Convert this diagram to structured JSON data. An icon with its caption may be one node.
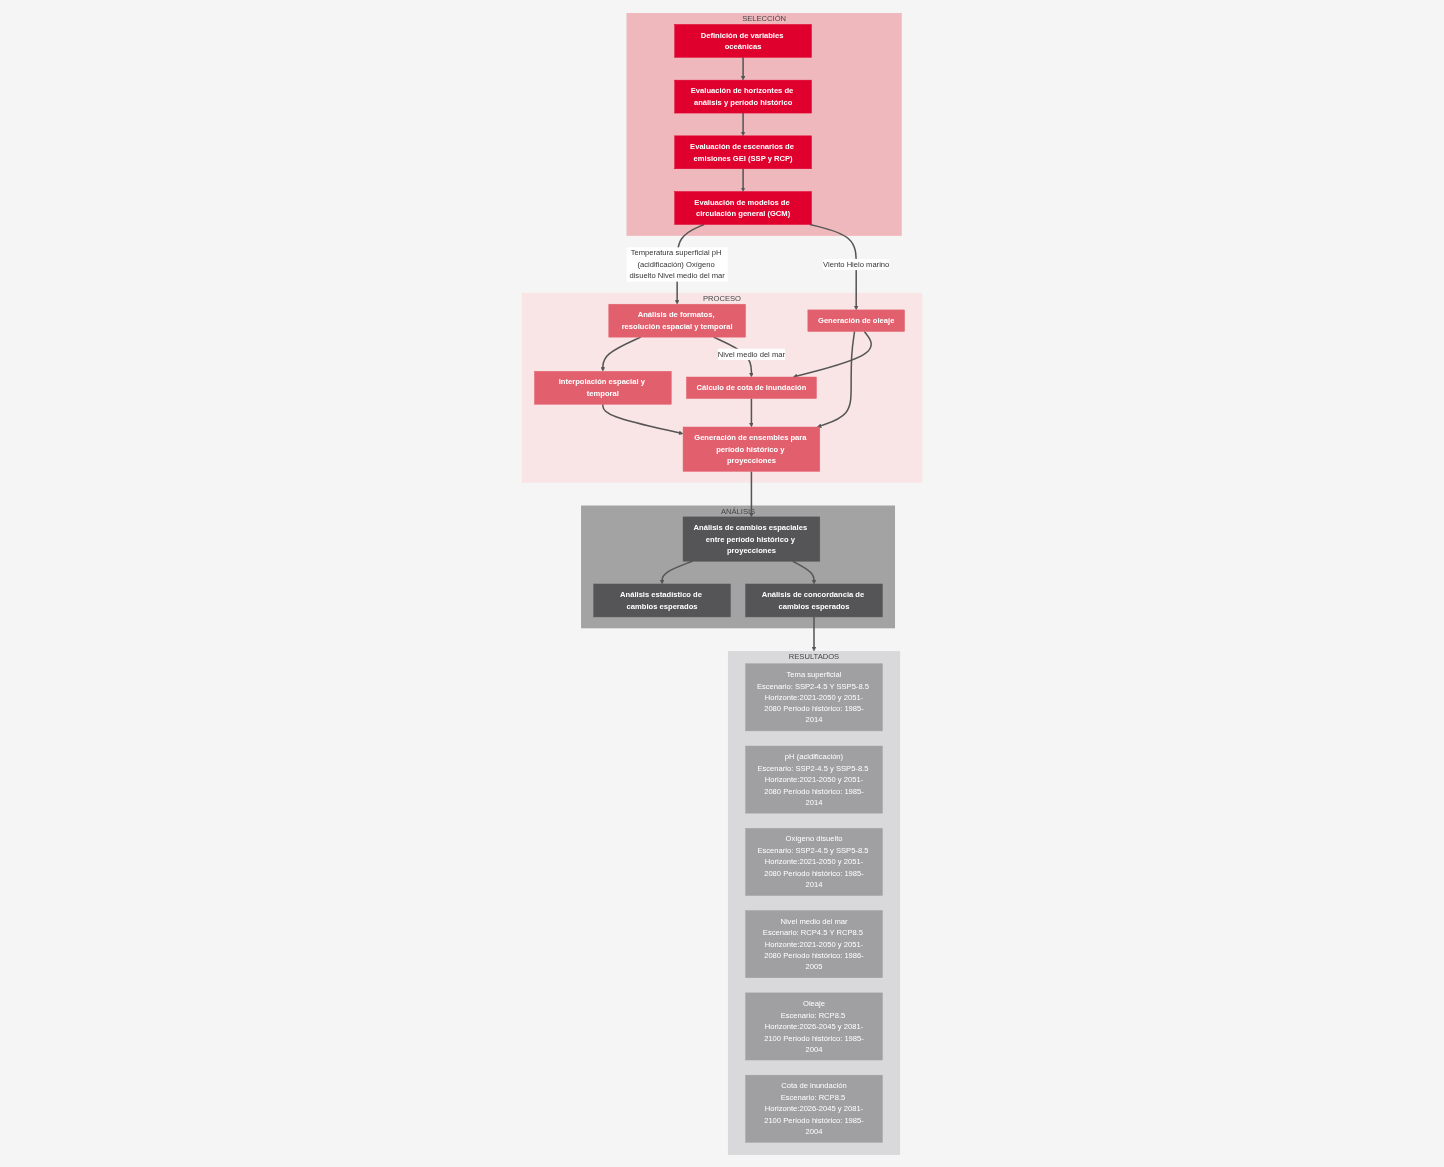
{
  "diagram": {
    "nodes": [
      {
        "text": [
          "SELECCIÓN"
        ]
      },
      {
        "text": [
          "Definición de variables oceánicas"
        ],
        "in": 0
      },
      {
        "text": [
          "Evaluación de horizontes de análisis y período histórico"
        ],
        "in": 0
      },
      {
        "text": [
          "Evaluación de escenarios de emisiones GEI (SSP y RCP)"
        ],
        "in": 0
      },
      {
        "text": [
          "Evaluación de modelos de circulación general (GCM)"
        ],
        "in": 0
      },
      {
        "text": [
          "PROCESO"
        ]
      },
      {
        "text": [
          "Análisis de formatos, resolución espacial y temporal"
        ],
        "in": 5
      },
      {
        "text": [
          "Interpolación espacial y temporal"
        ],
        "in": 5
      },
      {
        "text": [
          "Generación de ensembles para período histórico y proyecciones"
        ],
        "in": 5
      },
      {
        "text": [
          "Generación de oleaje"
        ],
        "in": 5
      },
      {
        "text": [
          "Cálculo de cota de inundación"
        ],
        "in": 5
      },
      {
        "text": [
          "ANÁLISIS"
        ]
      },
      {
        "text": [
          "Análisis de cambios espaciales entre período histórico y proyecciones"
        ],
        "in": 11
      },
      {
        "text": [
          "Análisis estadístico de cambios esperados"
        ],
        "in": 11
      },
      {
        "text": [
          "Análisis de concordancia de cambios esperados"
        ],
        "in": 11
      },
      {
        "text": [
          "RESULTADOS"
        ]
      },
      {
        "text": [
          "Tema superficial",
          "Escenario: SSP2-4.5 Y SSP5-8.5 Horizonte:2021-2050 y 2051-2080 Período histórico: 1985-2014"
        ],
        "in": 15
      },
      {
        "text": [
          "pH (acidificación)",
          "Escenario: SSP2-4.5 y SSP5-8.5 Horizonte:2021-2050 y 2051-2080 Período histórico: 1985-2014"
        ],
        "in": 15
      },
      {
        "text": [
          "Oxígeno disuelto",
          "Escenario: SSP2-4.5 y SSP5-8.5 Horizonte:2021-2050 y 2051-2080 Período histórico: 1985-2014"
        ],
        "in": 15
      },
      {
        "text": [
          "Nivel medio del mar",
          "Escenario: RCP4.5 Y RCP8.5 Horizonte:2021-2050 y 2051-2080 Período histórico: 1986-2005"
        ],
        "in": 15
      },
      {
        "text": [
          "Oleaje",
          "Escenario: RCP8.5 Horizonte:2026-2045 y 2081-2100 Período histórico: 1985-2004"
        ],
        "in": 15
      },
      {
        "text": [
          "Cota de inundación",
          "Escenario: RCP8.5 Horizonte:2026-2045 y 2081-2100 Período histórico: 1985-2004"
        ],
        "in": 15
      }
    ],
    "edges": [
      {
        "from": 1,
        "to": 2,
        "arrow": "to"
      },
      {
        "from": 2,
        "to": 3,
        "arrow": "to"
      },
      {
        "from": 3,
        "to": 4,
        "arrow": "to"
      },
      {
        "from": 4,
        "to": 6,
        "arrow": "to",
        "label": "Temperatura superficial pH (acidificación) Oxígeno disuelto Nivel medio del mar"
      },
      {
        "from": 4,
        "to": 9,
        "arrow": "to",
        "label": "Viento Hielo marino"
      },
      {
        "from": 6,
        "to": 7,
        "arrow": "to"
      },
      {
        "from": 7,
        "to": 8,
        "arrow": "to"
      },
      {
        "from": 9,
        "to": 8,
        "arrow": "to"
      },
      {
        "from": 9,
        "to": 10,
        "arrow": "to"
      },
      {
        "from": 10,
        "to": 8,
        "arrow": "to"
      },
      {
        "from": 6,
        "to": 10,
        "arrow": "to",
        "label": "Nivel medio del mar"
      },
      {
        "from": 8,
        "to": 12,
        "arrow": "to"
      },
      {
        "from": 12,
        "to": 13,
        "arrow": "to"
      },
      {
        "from": 12,
        "to": 14,
        "arrow": "to"
      },
      {
        "from": 14,
        "to": 15,
        "arrow": "to"
      }
    ]
  }
}
